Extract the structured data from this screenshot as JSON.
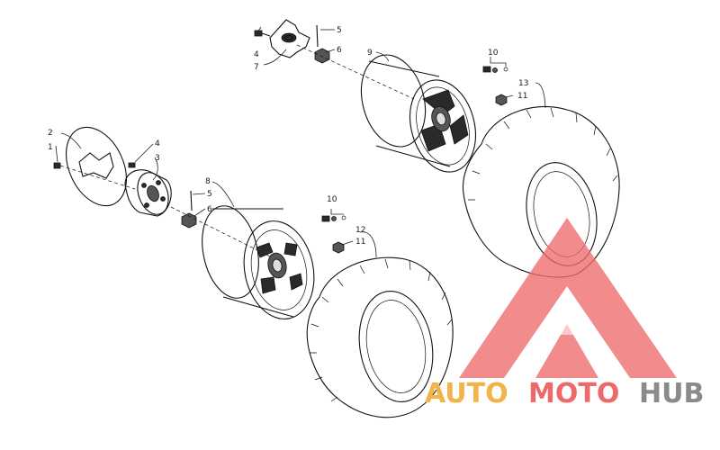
{
  "callouts": {
    "c1": "1",
    "c2": "2",
    "c3": "3",
    "c4a": "4",
    "c4b": "4",
    "c5a": "5",
    "c5b": "5",
    "c6a": "6",
    "c6b": "6",
    "c7": "7",
    "c8": "8",
    "c9": "9",
    "c10a": "10",
    "c10b": "10",
    "c11a": "11",
    "c11b": "11",
    "c12": "12",
    "c13": "13"
  },
  "watermark": {
    "part1": "AUTO",
    "part2": "MOTO",
    "part3": "HUB",
    "color_orange": "#f2b34a",
    "color_red": "#ee6a6a",
    "color_gray": "#8a8a8a"
  }
}
